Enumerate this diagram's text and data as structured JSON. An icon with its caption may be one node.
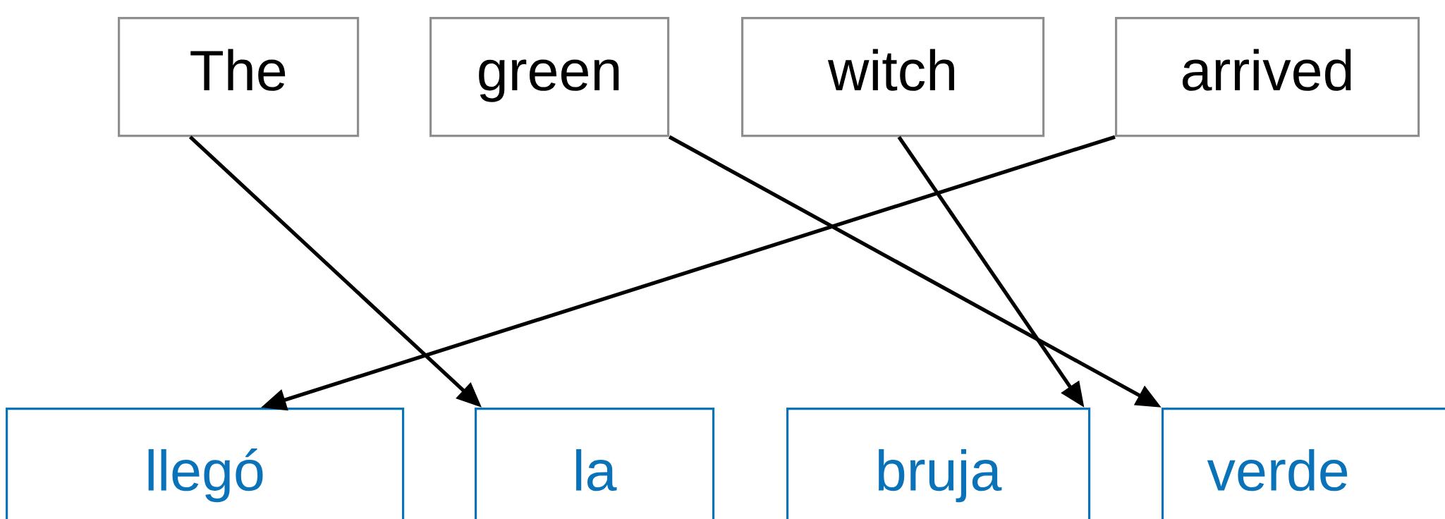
{
  "diagram": {
    "nodes": [
      {
        "text": [
          "The"
        ]
      },
      {
        "text": [
          "green"
        ]
      },
      {
        "text": [
          "witch"
        ]
      },
      {
        "text": [
          "arrived"
        ]
      },
      {
        "text": [
          "llegó"
        ]
      },
      {
        "text": [
          "la"
        ]
      },
      {
        "text": [
          "bruja"
        ]
      },
      {
        "text": [
          "verde"
        ]
      }
    ],
    "edges": [
      {
        "from": 0,
        "to": 5,
        "arrow": "to"
      },
      {
        "from": 1,
        "to": 7,
        "arrow": "to"
      },
      {
        "from": 2,
        "to": 6,
        "arrow": "to"
      },
      {
        "from": 3,
        "to": 4,
        "arrow": "to"
      }
    ]
  }
}
